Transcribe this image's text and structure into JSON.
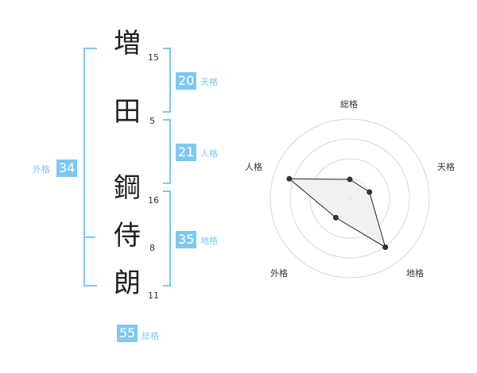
{
  "name": {
    "characters": [
      {
        "char": "増",
        "strokes": "15"
      },
      {
        "char": "田",
        "strokes": "5"
      },
      {
        "char": "鋼",
        "strokes": "16"
      },
      {
        "char": "侍",
        "strokes": "8"
      },
      {
        "char": "朗",
        "strokes": "11"
      }
    ]
  },
  "fortunes": {
    "tenkaku": {
      "value": "20",
      "label": "天格"
    },
    "jinkaku": {
      "value": "21",
      "label": "人格"
    },
    "chikaku": {
      "value": "35",
      "label": "地格"
    },
    "gaikaku": {
      "value": "34",
      "label": "外格"
    },
    "soukaku": {
      "value": "55",
      "label": "総格"
    }
  },
  "chart_data": {
    "type": "radar",
    "axes": [
      "総格",
      "天格",
      "地格",
      "外格",
      "人格"
    ],
    "rings": 4,
    "values": [
      1.2,
      1.3,
      3.8,
      1.5,
      4.0
    ],
    "max": 5,
    "colors": {
      "fill": "#eeeeee",
      "line": "#222222",
      "point": "#333333",
      "grid": "#d8d8d8"
    }
  },
  "colors": {
    "accent": "#7ec8f2"
  }
}
